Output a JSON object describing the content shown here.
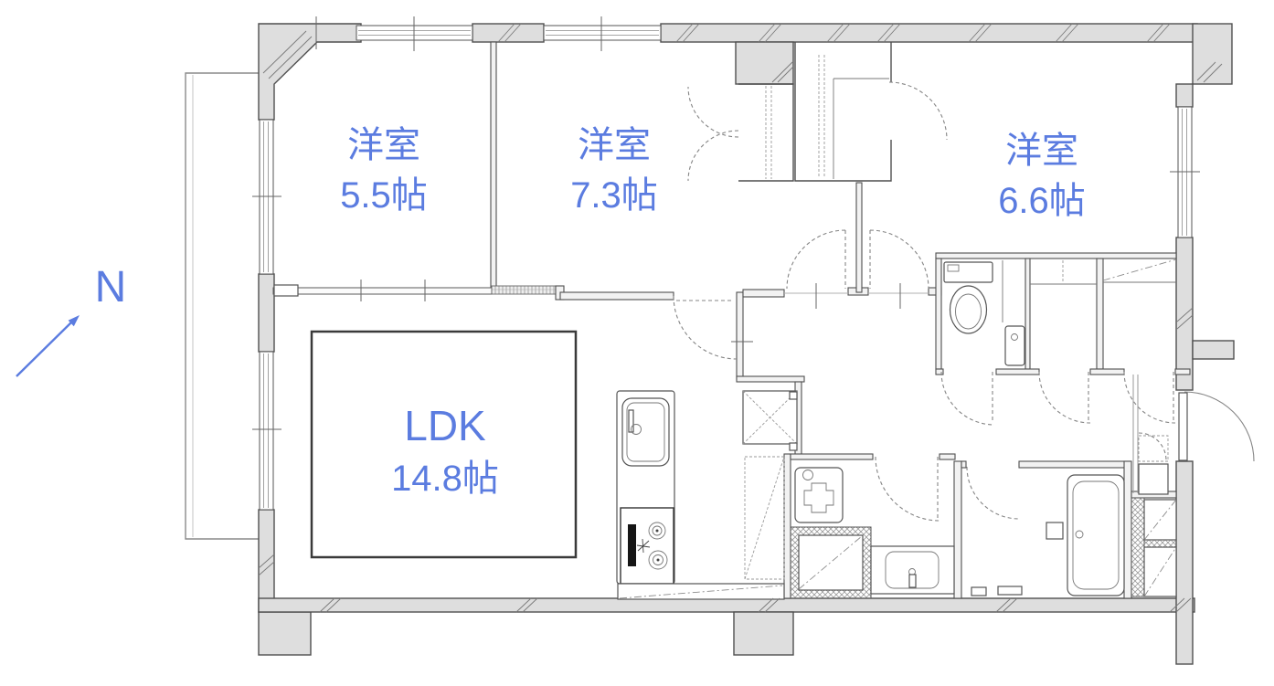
{
  "compass": {
    "label": "N"
  },
  "rooms": [
    {
      "id": "western-room-1",
      "label": "洋室",
      "size": "5.5帖"
    },
    {
      "id": "western-room-2",
      "label": "洋室",
      "size": "7.3帖"
    },
    {
      "id": "western-room-3",
      "label": "洋室",
      "size": "6.6帖"
    },
    {
      "id": "ldk",
      "label": "LDK",
      "size": "14.8帖"
    }
  ],
  "fixtures": [
    "toilet",
    "hand-basin",
    "bathtub",
    "washbasin",
    "washing-machine-pan",
    "kitchen-sink",
    "gas-stove",
    "refrigerator-space",
    "pipe-space",
    "shoe-cabinet",
    "closet-hanger-pipe"
  ],
  "colors": {
    "label_blue": "#5b7ce0",
    "wall_fill": "#dedede",
    "wall_stroke": "#4f4f4f",
    "line_gray": "#858585"
  }
}
